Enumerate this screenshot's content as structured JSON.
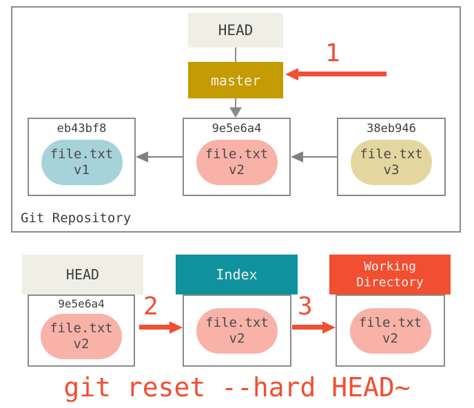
{
  "colors": {
    "accent_red": "#f14e32",
    "branch_gold": "#c49b02",
    "index_teal": "#10929e",
    "head_beige": "#f0efe6",
    "pill_salmon": "#f8b2a8",
    "pill_blue": "#a6d3da",
    "pill_tan": "#e3d79f",
    "border_gray": "#8a8a8a"
  },
  "repository": {
    "label": "Git Repository",
    "head_label": "HEAD",
    "branch_label": "master",
    "step1_label": "1",
    "commits": [
      {
        "hash": "eb43bf8",
        "file": "file.txt",
        "version": "v1"
      },
      {
        "hash": "9e5e6a4",
        "file": "file.txt",
        "version": "v2"
      },
      {
        "hash": "38eb946",
        "file": "file.txt",
        "version": "v3"
      }
    ]
  },
  "bottom": {
    "step2_label": "2",
    "step3_label": "3",
    "head": {
      "title": "HEAD",
      "hash": "9e5e6a4",
      "file": "file.txt",
      "version": "v2"
    },
    "index": {
      "title": "Index",
      "file": "file.txt",
      "version": "v2"
    },
    "working_directory": {
      "title": "Working Directory",
      "file": "file.txt",
      "version": "v2"
    }
  },
  "command": "git reset --hard HEAD~"
}
